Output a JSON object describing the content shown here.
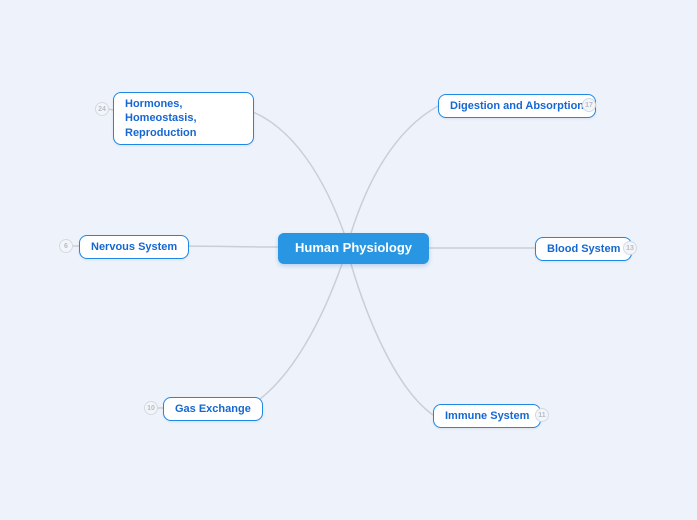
{
  "app": {
    "background_color": "#eef2fa"
  },
  "mindmap": {
    "center": {
      "label": "Human Physiology",
      "fill_color": "#2896e3",
      "text_color": "#ffffff"
    },
    "branches": [
      {
        "label": "Hormones, Homeostasis,\nReproduction",
        "count": "24",
        "badge_side": "left",
        "position": "top-left"
      },
      {
        "label": "Digestion and Absorption",
        "count": "17",
        "badge_side": "right",
        "position": "top-right"
      },
      {
        "label": "Nervous System",
        "count": "6",
        "badge_side": "left",
        "position": "left"
      },
      {
        "label": "Blood System",
        "count": "13",
        "badge_side": "right",
        "position": "right"
      },
      {
        "label": "Gas Exchange",
        "count": "10",
        "badge_side": "left",
        "position": "bottom-left"
      },
      {
        "label": "Immune System",
        "count": "11",
        "badge_side": "right",
        "position": "bottom-right"
      }
    ],
    "colors": {
      "branch_border": "#1e88e5",
      "branch_text": "#1667d1",
      "connector": "#c9cfd8",
      "badge_border": "#d5dae2",
      "badge_text": "#b6bdc9"
    }
  }
}
